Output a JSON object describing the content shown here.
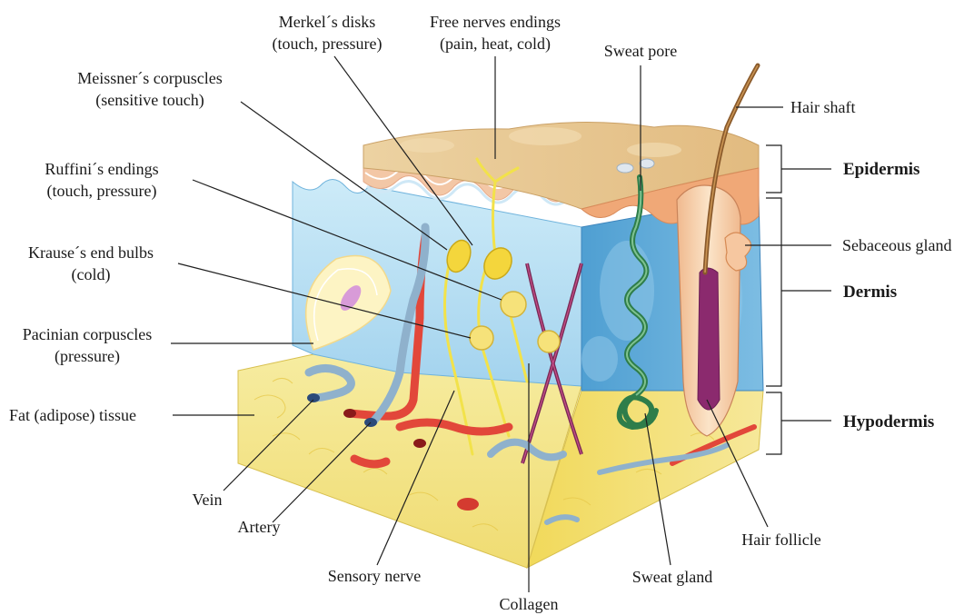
{
  "labels": {
    "merkel": [
      "Merkel´s disks",
      "(touch, pressure)"
    ],
    "free_nerves": [
      "Free nerves endings",
      "(pain, heat, cold)"
    ],
    "sweat_pore": "Sweat pore",
    "meissner": [
      "Meissner´s corpuscles",
      "(sensitive touch)"
    ],
    "hair_shaft": "Hair shaft",
    "ruffini": [
      "Ruffini´s endings",
      "(touch, pressure)"
    ],
    "epidermis": "Epidermis",
    "krause": [
      "Krause´s end bulbs",
      "(cold)"
    ],
    "sebaceous": "Sebaceous gland",
    "dermis": "Dermis",
    "pacinian": [
      "Pacinian corpuscles",
      "(pressure)"
    ],
    "fat": "Fat (adipose) tissue",
    "hypodermis": "Hypodermis",
    "vein": "Vein",
    "artery": "Artery",
    "hair_follicle": "Hair follicle",
    "sensory_nerve": "Sensory nerve",
    "sweat_gland": "Sweat gland",
    "collagen": "Collagen"
  },
  "colors": {
    "epidermis_top": "#e8c48e",
    "dermis": "#a9d8f0",
    "dermis_side": "#5aa6d6",
    "hypodermis": "#f3e58a",
    "artery": "#e2473a",
    "vein": "#8fb1cc",
    "nerve": "#f2e24a",
    "sweat_gland": "#2e7d4a",
    "hair": "#8a5a2b"
  }
}
